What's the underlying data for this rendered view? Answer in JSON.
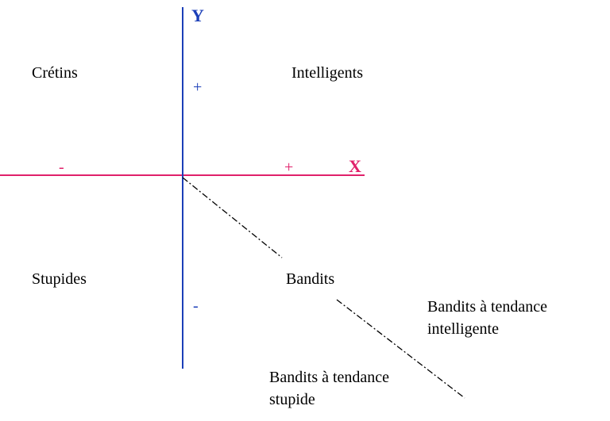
{
  "axes": {
    "x_label": "X",
    "y_label": "Y",
    "x_color": "#e0206a",
    "y_color": "#1c3fb8",
    "x_positive": "+",
    "x_negative": "-",
    "y_positive": "+",
    "y_negative": "-"
  },
  "quadrants": {
    "top_left": "Crétins",
    "top_right": "Intelligents",
    "bottom_left": "Stupides",
    "bottom_right": "Bandits"
  },
  "annotations": {
    "bandit_smart": [
      "Bandits à tendance",
      "intelligente"
    ],
    "bandit_stupid": [
      "Bandits à tendance",
      "stupide"
    ]
  },
  "divider": {
    "style": "dash-dot",
    "color": "#000000"
  }
}
